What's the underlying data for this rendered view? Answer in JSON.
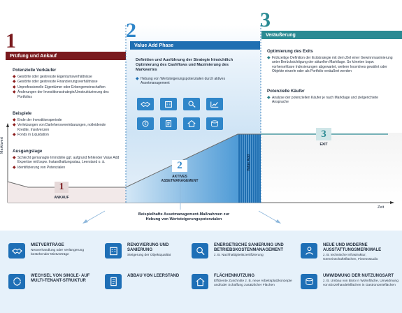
{
  "phase1": {
    "number": "1",
    "title": "Prüfung und Ankauf",
    "color": "#7a1a1e",
    "section_sellers": "Potenzielle Verkäufer",
    "sellers": [
      "Gestörte oder gestresste Eigentumsverhältnisse",
      "Gestörte oder gestresste Finanzierungsverhältnisse",
      "Unprofessionelle Eigentümer oder Erbengemeinschaften",
      "Änderungen der Investitionsstrategie/Umstrukturierung des Portfolios"
    ],
    "section_examples": "Beispiele",
    "examples": [
      "Ende der Investitionsperiode",
      "Verletzungen von Darlehensvereinbarungen, notleidende Kredite, Insolvenzen",
      "Fonds in Liquidation"
    ],
    "section_start": "Ausgangslage",
    "start": [
      "Schlecht gemanagte Immobilie ggf. aufgrund fehlender Value Add Expertise mit bspw. Instandhaltungsstau, Leerstand o. ä.",
      "Identifizierung von Potenzialen"
    ]
  },
  "phase2": {
    "number": "2",
    "title": "Value Add Phase",
    "color": "#1f6fb2",
    "lead": "Definition und Ausführung der Strategie hinsichtlich Optimierung des Cashflows und Maximierung des Markwertes",
    "bullets": [
      "Hebung von Wertsteigerungspotenzialen durch aktives Assetmanagement"
    ],
    "icons": [
      "handshake-icon",
      "building-icon",
      "search-person-icon",
      "chart-icon",
      "money-cycle-icon",
      "document-icon",
      "wrench-house-icon",
      "coins-icon"
    ]
  },
  "phase3": {
    "number": "3",
    "title": "Veräußerung",
    "color": "#2a8a93",
    "section_exit": "Optimierung des Exits",
    "exit_bullets": [
      "Frühzeitige Definition der Exitstrategie mit dem Ziel einer Gewinnmaximierung unter Berücksichtigung der aktuellen Marktlage. So könnten bspw. vorhersehbare Indexierungen abgewartet, weitere Incentives gewährt oder Objekte einzeln oder als Portfolio veräußert werden"
    ],
    "section_buyers": "Potenzielle Käufer",
    "buyer_bullets": [
      "Analyse der potenziellen Käufer je nach Marktlage und zielgerichtete Ansprache"
    ]
  },
  "chart": {
    "y_axis": "Marktwert",
    "x_axis": "Zeit",
    "label_ankauf": "ANKAUF",
    "label_aktives": "AKTIVES ASSETMANAGEMENT",
    "label_value_add": "Value Add",
    "label_exit": "EXIT",
    "marker1": "1",
    "marker2": "2",
    "marker3": "3"
  },
  "measures": {
    "heading": "Beispielhafte Assetmanagement-Maßnahmen zur Hebung von Wertsteigerungspotenzialen",
    "items": [
      {
        "title": "MIETVERTRÄGE",
        "sub": "Neuverhandlung oder Verlängerung bestehender Mietverträge",
        "icon": "handshake-icon"
      },
      {
        "title": "RENOVIERUNG UND SANIERUNG",
        "sub": "Steigerung der Objektqualität",
        "icon": "building-icon"
      },
      {
        "title": "ENERGETISCHE SANIERUNG UND BETRIEBSKOSTENMANAGEMENT",
        "sub": "z. B. Nachhaltigkeitszertifizierung",
        "icon": "search-person-icon"
      },
      {
        "title": "NEUE UND MODERNE AUSSTATTUNGSMERKMALE",
        "sub": "z. B. technische Infrastruktur, Gemeinschaftsflächen, Fitnessstudio",
        "icon": "person-icon"
      },
      {
        "title": "WECHSEL VON SINGLE- AUF MULTI-TENANT-STRUKTUR",
        "sub": "",
        "icon": "cycle-icon"
      },
      {
        "title": "ABBAU VON LEERSTAND",
        "sub": "",
        "icon": "document-icon"
      },
      {
        "title": "FLÄCHENNUTZUNG",
        "sub": "Effiziente Zuschnitte z. B. neue Arbeitsplatzkonzepte und/oder Schaffung zusätzlicher Flächen",
        "icon": "wrench-house-icon"
      },
      {
        "title": "UMWIDMUNG DER NUTZUNGSART",
        "sub": "z. B. Umbau von Büro in Wohnfläche, Umwidmung von Einzelhandelsflächen in Gastronomieflächen",
        "icon": "coins-icon"
      }
    ]
  }
}
